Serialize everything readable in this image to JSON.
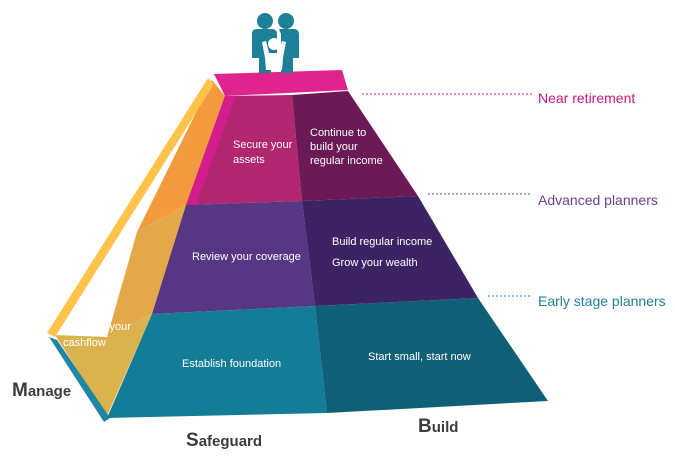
{
  "tiers": {
    "near_retirement": "Near retirement",
    "advanced": "Advanced planners",
    "early": "Early stage planners"
  },
  "cells": {
    "secure_line1": "Secure your",
    "secure_line2": "assets",
    "continue_line1": "Continue to",
    "continue_line2": "build your",
    "continue_line3": "regular income",
    "review": "Review your coverage",
    "build_line1": "Build regular income",
    "build_line2": "Grow your wealth",
    "establish": "Establish foundation",
    "start_small": "Start small, start now",
    "optimize_line1": "Optimize your",
    "optimize_line2": "cashflow"
  },
  "axes": {
    "manage_initial": "M",
    "manage_rest": "anage",
    "safeguard_initial": "S",
    "safeguard_rest": "afeguard",
    "build_initial": "B",
    "build_rest": "uild"
  },
  "icons": {
    "top": "family-icon"
  },
  "colors": {
    "magenta": "#d21d8b",
    "plum": "#6b1a55",
    "purple": "#573683",
    "dark_purple": "#3d2364",
    "teal": "#137c97",
    "dark_teal": "#0f5f77",
    "orange": "#f4a23e",
    "mustard": "#dbb34e",
    "near_label": "#c8187e",
    "advanced_label": "#6b3f95",
    "early_label": "#1d7f98"
  }
}
